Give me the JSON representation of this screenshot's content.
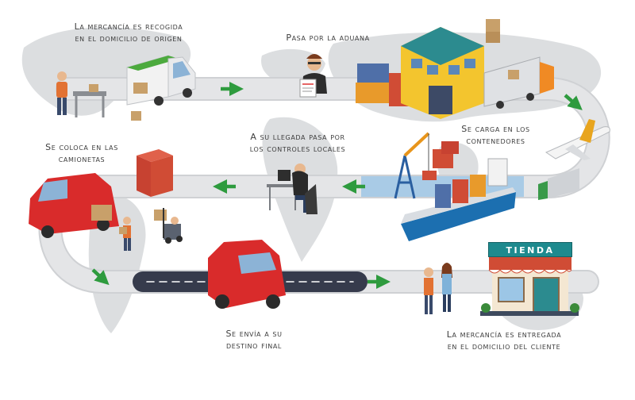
{
  "steps": {
    "pickup": {
      "line1": "La mercancía es recogida",
      "line2": "en el domicilio de origen"
    },
    "customs": {
      "line1": "Pasa por la aduana"
    },
    "containers": {
      "line1": "Se carga en los",
      "line2": "contenedores"
    },
    "local_controls": {
      "line1": "A su llegada pasa por",
      "line2": "los controles locales"
    },
    "vans": {
      "line1": "Se coloca en las",
      "line2": "camionetas"
    },
    "final_destination": {
      "line1": "Se envía a su",
      "line2": "destino final"
    },
    "delivery": {
      "line1": "La mercancía es entregada",
      "line2": "en el domicilio del cliente"
    }
  },
  "store": {
    "sign": "TIENDA"
  },
  "colors": {
    "road": "#e4e5e7",
    "arrow": "#2e9b3e",
    "map": "#dcdee0",
    "van_red": "#d92b2b",
    "container_red": "#d04c35",
    "container_blue": "#4f6fa8",
    "store_teal": "#1e8a8e",
    "water": "#a9cbe6"
  },
  "icons": [
    "delivery-van-icon",
    "worker-icon",
    "customs-officer-icon",
    "warehouse-icon",
    "truck-icon",
    "airplane-icon",
    "crane-icon",
    "cargo-ship-icon",
    "office-worker-icon",
    "forklift-icon",
    "store-icon",
    "people-icon"
  ]
}
